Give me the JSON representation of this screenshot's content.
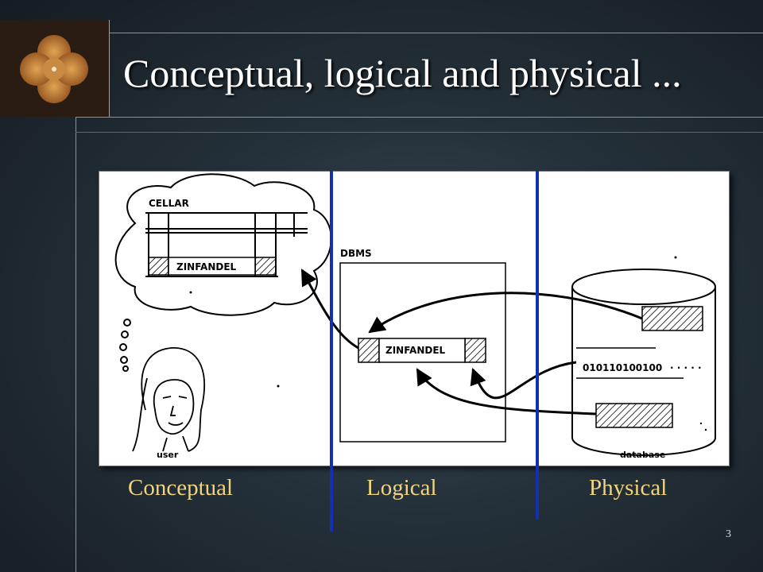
{
  "slide": {
    "title": "Conceptual, logical and physical ...",
    "page_number": "3"
  },
  "figure": {
    "cellar_label": "CELLAR",
    "conceptual_record": "ZINFANDEL",
    "dbms_label": "DBMS",
    "logical_record": "ZINFANDEL",
    "binary_string": "010110100100",
    "user_label": "user",
    "database_label": "database"
  },
  "levels": [
    "Conceptual",
    "Logical",
    "Physical"
  ],
  "colors": {
    "divider": "#1230b0",
    "level_label": "#f0d47e",
    "title": "#ffffff"
  }
}
